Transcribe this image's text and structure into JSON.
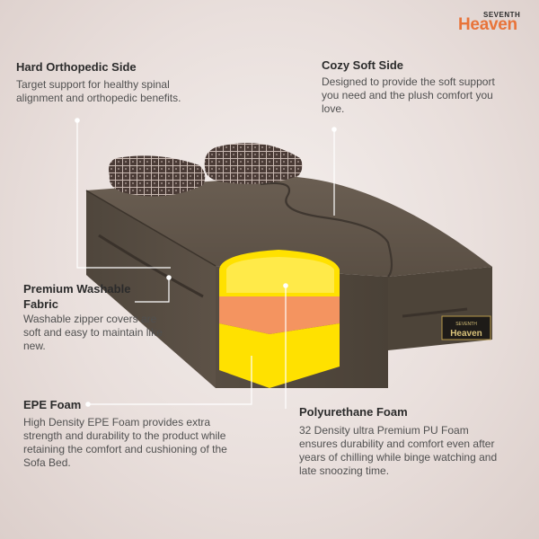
{
  "brand": {
    "small": "SEVENTH",
    "big": "Heaven",
    "badge_small": "SEVENTH",
    "badge_big": "Heaven"
  },
  "features": {
    "hard": {
      "title": "Hard Orthopedic Side",
      "text": "Target support for healthy spinal alignment and orthopedic benefits."
    },
    "cozy": {
      "title": "Cozy Soft Side",
      "text": "Designed to provide the soft support you need and the plush  comfort you love."
    },
    "premium": {
      "title": "Premium Washable Fabric",
      "text": "Washable zipper covers are soft and easy to maintain like new."
    },
    "epe": {
      "title": "EPE Foam",
      "text": "High Density EPE Foam provides extra strength and durability to the product while retaining the comfort and cushioning of the Sofa Bed."
    },
    "pu": {
      "title": "Polyurethane Foam",
      "text": "32 Density ultra Premium PU Foam ensures durability and comfort even after years of chilling while binge watching and late snoozing time."
    }
  },
  "colors": {
    "fabric": "#5e5347",
    "fabric_dark": "#473e35",
    "foam_yellow": "#ffe100",
    "foam_orange": "#f49460",
    "accent": "#e8743a"
  }
}
